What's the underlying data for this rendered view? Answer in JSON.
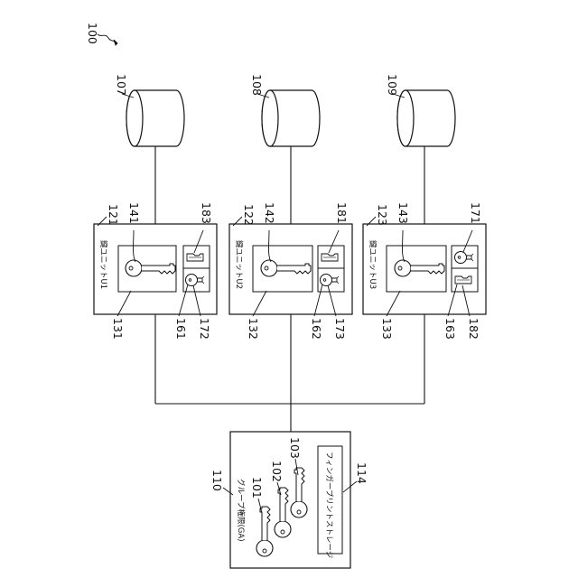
{
  "figure": {
    "ref_main": "100",
    "storages": [
      {
        "ref": "107"
      },
      {
        "ref": "108"
      },
      {
        "ref": "109"
      }
    ],
    "key_units": [
      {
        "ref_box": "121",
        "ref_key": "141",
        "ref_slot_top": "183",
        "ref_inner": "131",
        "ref_fp_lead": "161",
        "ref_slot_bottom": "172",
        "label": "鍵ユニットU1"
      },
      {
        "ref_box": "122",
        "ref_key": "142",
        "ref_slot_top": "181",
        "ref_inner": "132",
        "ref_fp_lead": "162",
        "ref_slot_bottom": "173",
        "label": "鍵ユニットU2"
      },
      {
        "ref_box": "123",
        "ref_key": "143",
        "ref_slot_top": "171",
        "ref_inner": "133",
        "ref_fp_lead": "163",
        "ref_slot_bottom": "182",
        "label": "鍵ユニットU3"
      }
    ],
    "authority": {
      "ref_box": "110",
      "title": "グループ権限(GA)",
      "ref_keys": [
        "101",
        "102",
        "103"
      ],
      "storage_label": "フィンガープリントストレージ",
      "ref_storage": "114"
    }
  }
}
